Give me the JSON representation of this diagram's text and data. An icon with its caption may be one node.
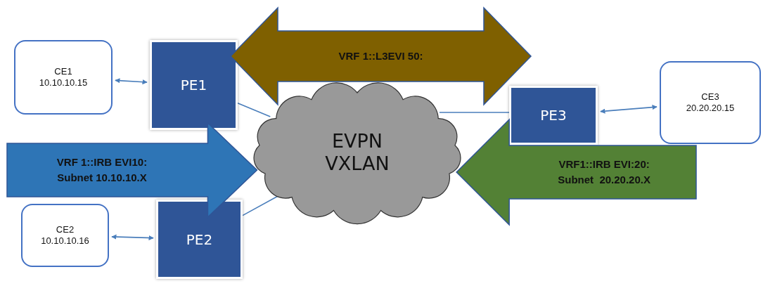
{
  "diagram": {
    "nodes": [
      {
        "text": [
          "CE1",
          "10.10.10.15"
        ]
      },
      {
        "text": [
          "PE1"
        ]
      },
      {
        "text": [
          "CE3",
          "20.20.20.15"
        ]
      },
      {
        "text": [
          "PE3"
        ]
      },
      {
        "text": [
          "EVPN VXLAN"
        ]
      },
      {
        "text": [
          "CE2",
          "10.10.10.16"
        ]
      },
      {
        "text": [
          "PE2"
        ]
      }
    ],
    "edges": [
      {
        "from": 0,
        "to": 1,
        "arrow": "both"
      },
      {
        "from": 1,
        "to": 4,
        "arrow": "none"
      },
      {
        "from": 3,
        "to": 2,
        "arrow": "both"
      },
      {
        "from": 3,
        "to": 4,
        "arrow": "none"
      },
      {
        "from": 5,
        "to": 6,
        "arrow": "both"
      },
      {
        "from": 6,
        "to": 4,
        "arrow": "none"
      },
      {
        "from": 1,
        "to": 3,
        "arrow": "both",
        "label": "VRF 1::L3EVI 50:",
        "style": "thick",
        "color": "#7f6000"
      },
      {
        "from": null,
        "to": 4,
        "arrow": "to",
        "label": "VRF 1::IRB EVI10: Subnet 10.10.10.X",
        "style": "thick",
        "color": "#2e75b6"
      },
      {
        "from": null,
        "to": 4,
        "arrow": "to",
        "label": "VRF1::IRB EVI:20: Subnet  20.20.20.X",
        "style": "thick",
        "color": "#538135"
      }
    ]
  }
}
